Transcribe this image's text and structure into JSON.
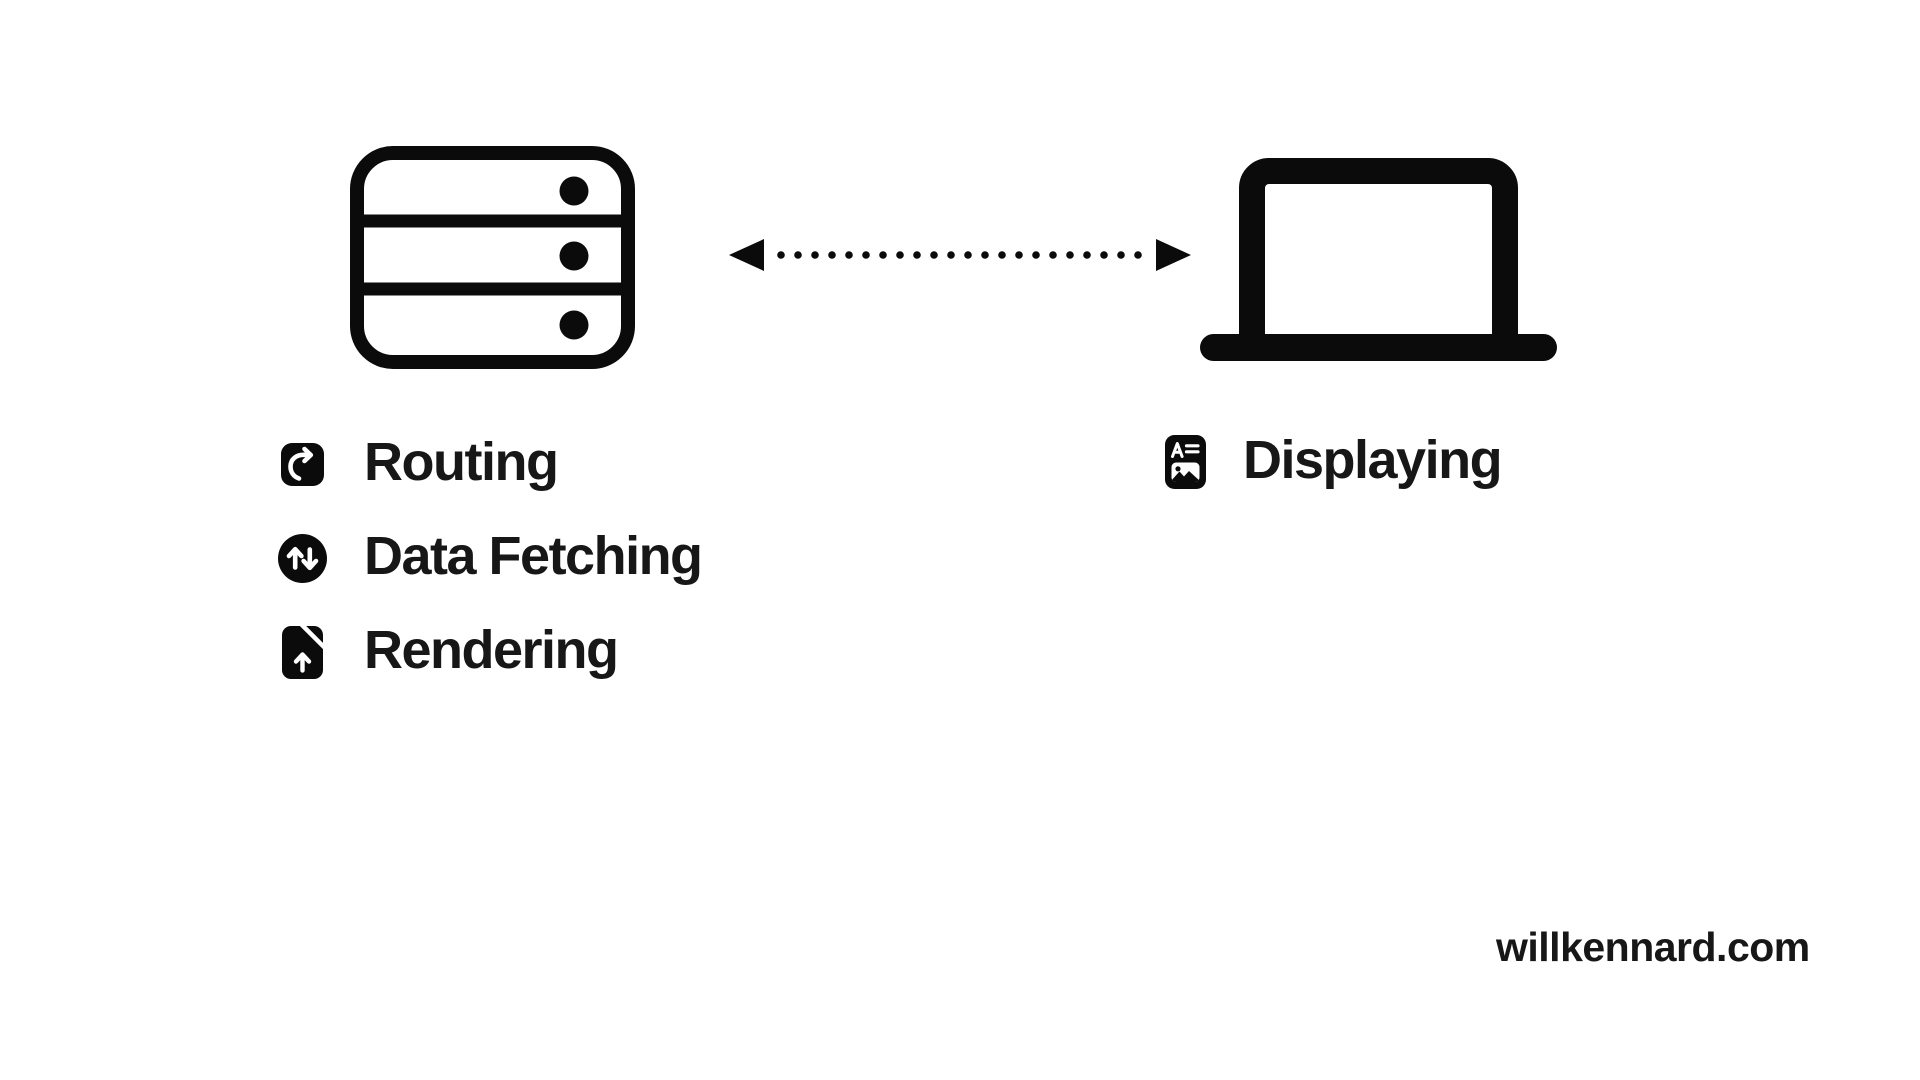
{
  "colors": {
    "background": "#ffffff",
    "ink": "#0b0b0b",
    "text": "#171717"
  },
  "server": {
    "icon": "server-rack-icon",
    "capabilities": [
      {
        "icon": "curved-arrow-right-icon",
        "label": "Routing"
      },
      {
        "icon": "up-down-arrows-circle-icon",
        "label": "Data Fetching"
      },
      {
        "icon": "document-upload-icon",
        "label": "Rendering"
      }
    ]
  },
  "client": {
    "icon": "laptop-icon",
    "capabilities": [
      {
        "icon": "rich-text-document-icon",
        "label": "Displaying"
      }
    ]
  },
  "connection": {
    "type": "bidirectional-dotted-arrow"
  },
  "footer": {
    "watermark": "willkennard.com"
  }
}
